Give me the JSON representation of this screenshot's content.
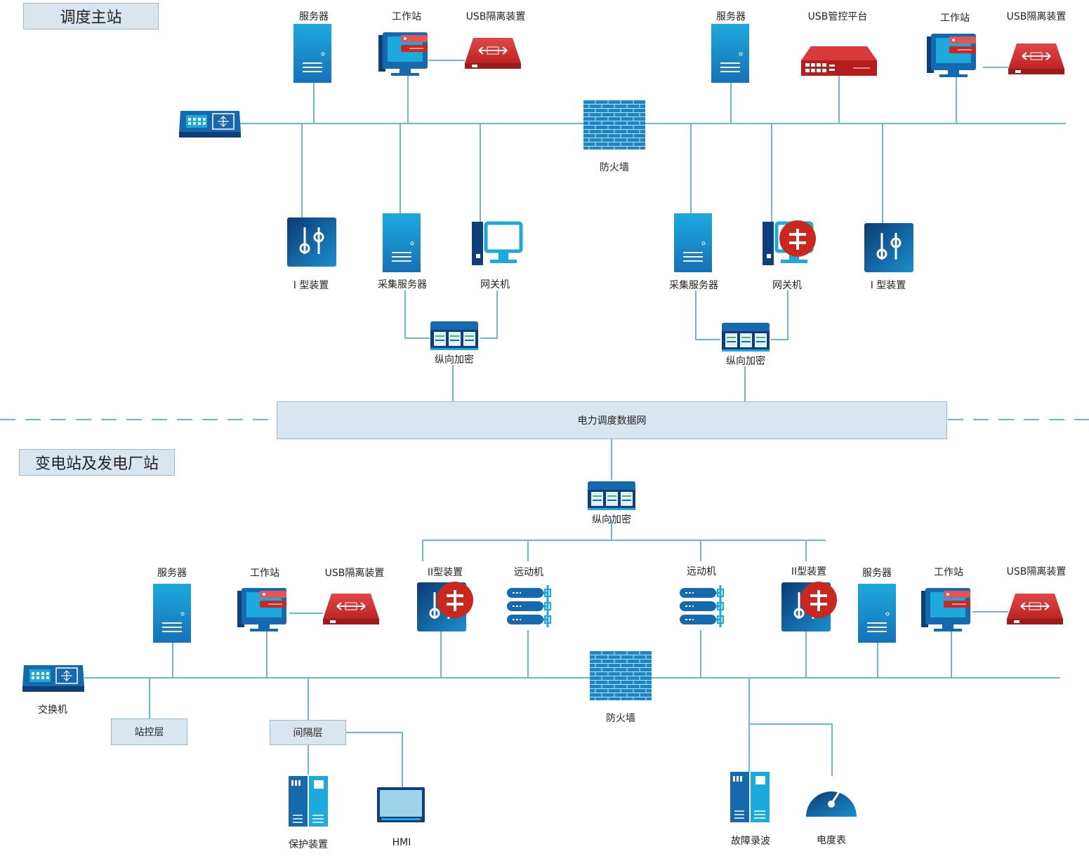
{
  "colors": {
    "line": "#6fb6cf",
    "blue_dark": "#0e3f7a",
    "blue_mid": "#1769ad",
    "blue_light": "#1ea9dc",
    "red": "#c8281e",
    "box_fill": "#d9e6ef",
    "box_border": "#9bb9cd"
  },
  "sections": {
    "top_title": "调度主站",
    "bottom_title": "变电站及发电厂站",
    "network": "电力调度数据网"
  },
  "top": {
    "left": {
      "server": "服务器",
      "workstation": "工作站",
      "usb_isolator": "USB隔离装置",
      "firewall": "防火墙",
      "type1_device": "I 型装置",
      "collector_server": "采集服务器",
      "gateway": "网关机",
      "encryptor": "纵向加密"
    },
    "right": {
      "server": "服务器",
      "usb_platform": "USB管控平台",
      "workstation": "工作站",
      "usb_isolator": "USB隔离装置",
      "collector_server": "采集服务器",
      "gateway": "网关机",
      "type1_device": "I 型装置",
      "encryptor": "纵向加密"
    }
  },
  "bottom": {
    "encryptor": "纵向加密",
    "server_left": "服务器",
    "workstation_left": "工作站",
    "usb_isolator_left": "USB隔离装置",
    "type2_left": "II型装置",
    "rtu_left": "远动机",
    "rtu_right": "远动机",
    "type2_right": "II型装置",
    "server_right": "服务器",
    "workstation_right": "工作站",
    "usb_isolator_right": "USB隔离装置",
    "switch": "交换机",
    "firewall": "防火墙",
    "station_layer": "站控层",
    "bay_layer": "间隔层",
    "protection": "保护装置",
    "hmi": "HMI",
    "fault_recorder": "故障录波",
    "meter": "电度表"
  }
}
